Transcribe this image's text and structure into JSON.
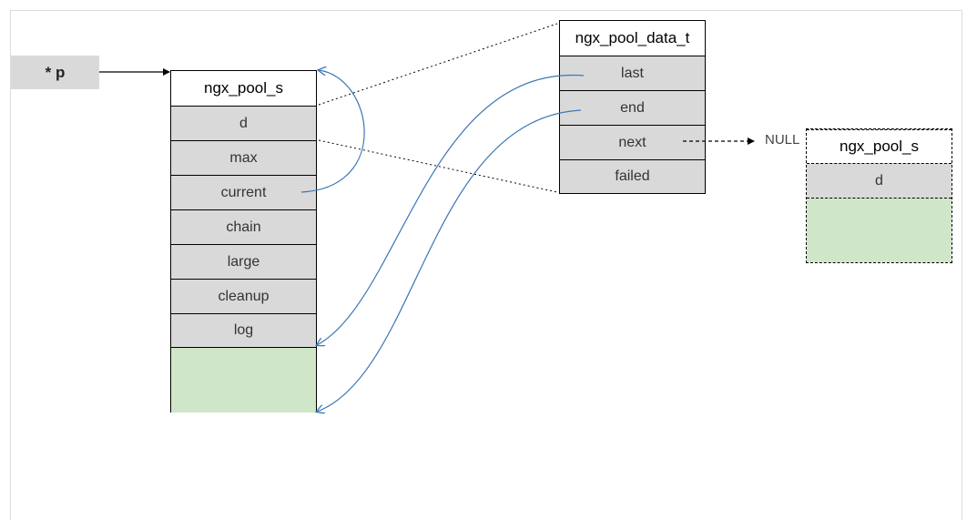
{
  "pointer": {
    "label": "* p"
  },
  "main_pool": {
    "title": "ngx_pool_s",
    "fields": [
      "d",
      "max",
      "current",
      "chain",
      "large",
      "cleanup",
      "log"
    ]
  },
  "pool_data": {
    "title": "ngx_pool_data_t",
    "fields": [
      "last",
      "end",
      "next",
      "failed"
    ]
  },
  "next_pool": {
    "title": "ngx_pool_s",
    "fields": [
      "d"
    ]
  },
  "null_label": "NULL",
  "colors": {
    "field_fill": "#d9d9d9",
    "free_space_fill": "#cfe6c8",
    "arrow_blue": "#3a77b5"
  }
}
